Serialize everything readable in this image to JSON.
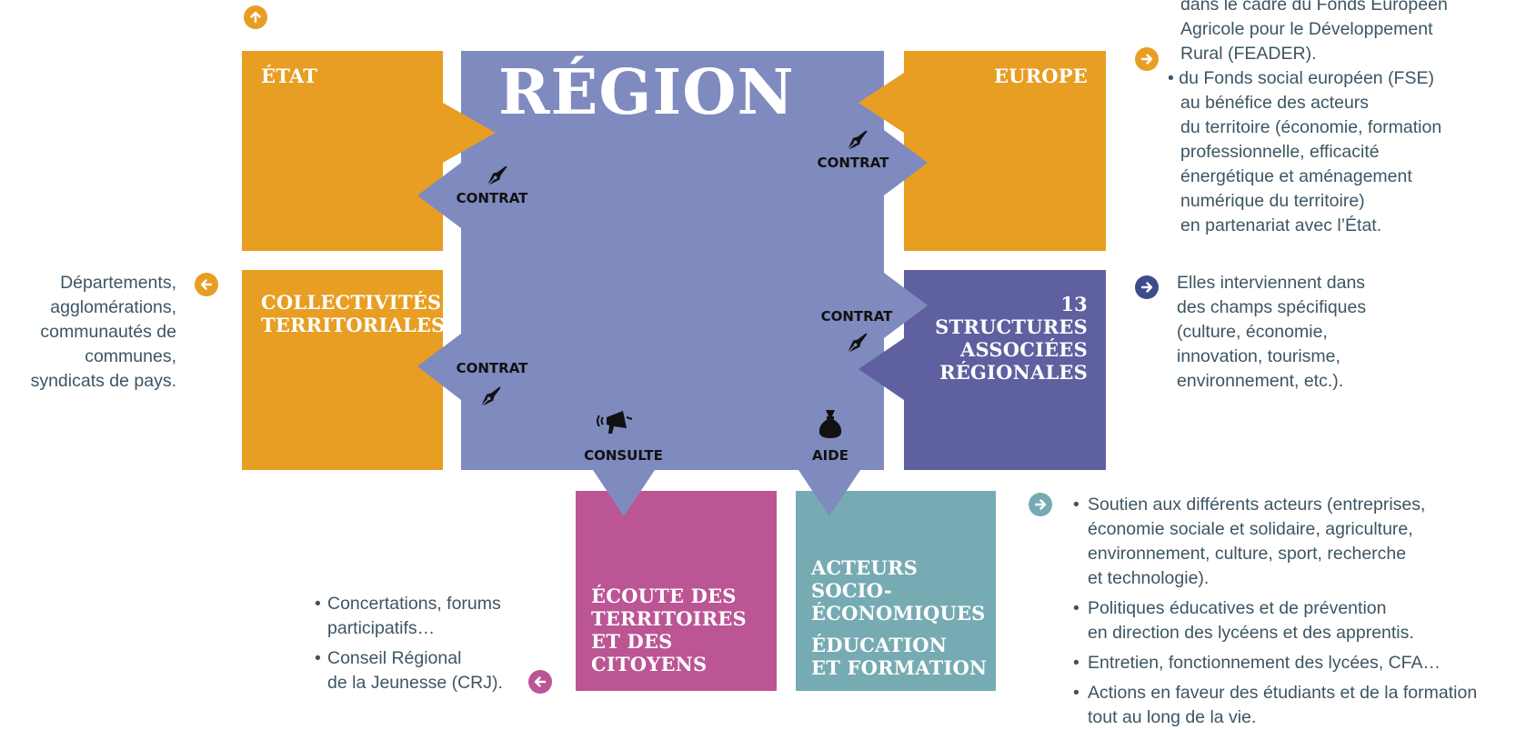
{
  "colors": {
    "orange": "#e79e22",
    "region_purple": "#7f8abf",
    "structures_purple": "#5e60a0",
    "magenta": "#bb5594",
    "teal": "#76abb3",
    "dark_navy": "#3d4c8c",
    "text_gray": "#3d5563"
  },
  "diagram": {
    "region": "RÉGION",
    "etat": "ÉTAT",
    "europe": "EUROPE",
    "collectivites": [
      "COLLECTIVITÉS",
      "TERRITORIALES"
    ],
    "structures": [
      "13",
      "STRUCTURES",
      "ASSOCIÉES",
      "RÉGIONALES"
    ],
    "ecoute": [
      "ÉCOUTE DES",
      "TERRITOIRES",
      "ET DES",
      "CITOYENS"
    ],
    "acteurs": [
      "ACTEURS",
      "SOCIO-",
      "ÉCONOMIQUES"
    ],
    "education": [
      "ÉDUCATION",
      "ET FORMATION"
    ],
    "labels": {
      "contrat_etat": "CONTRAT",
      "contrat_europe": "CONTRAT",
      "contrat_collectivites": "CONTRAT",
      "contrat_structures": "CONTRAT",
      "consulte": "CONSULTE",
      "aide": "AIDE"
    },
    "icons": {
      "contract": "fountain-pen-icon",
      "consult": "megaphone-icon",
      "aid": "money-bag-icon",
      "arrow_up": "arrow-up-icon",
      "arrow_left": "arrow-left-icon",
      "arrow_right": "arrow-right-icon"
    }
  },
  "annotations": {
    "europe": {
      "lines": [
        "dans le cadre du Fonds Européen",
        "Agricole pour le Développement",
        "Rural (FEADER).",
        "• du Fonds social européen (FSE)",
        "au bénéfice des acteurs",
        "du territoire (économie, formation",
        "professionnelle, efficacité",
        "énergétique et aménagement",
        "numérique du territoire)",
        "en partenariat avec l’État."
      ]
    },
    "collectivites": {
      "lines": [
        "Départements,",
        "agglomérations,",
        "communautés de",
        "communes,",
        "syndicats de pays."
      ]
    },
    "structures": {
      "lines": [
        "Elles interviennent dans",
        "des champs spécifiques",
        "(culture, économie,",
        "innovation, tourisme,",
        "environnement, etc.)."
      ]
    },
    "acteurs": {
      "bullets": [
        [
          "Soutien aux différents acteurs (entreprises,",
          "économie sociale et solidaire, agriculture,",
          "environnement, culture, sport, recherche",
          "et technologie)."
        ],
        [
          "Politiques éducatives et de prévention",
          "en direction des lycéens et des apprentis."
        ],
        [
          "Entretien, fonctionnement des lycées, CFA…"
        ],
        [
          "Actions en faveur des étudiants et de la formation",
          "tout au long de la vie."
        ]
      ]
    },
    "ecoute": {
      "bullets": [
        [
          "Concertations, forums",
          "participatifs…"
        ],
        [
          "Conseil Régional",
          "de la Jeunesse (CRJ)."
        ]
      ]
    }
  }
}
